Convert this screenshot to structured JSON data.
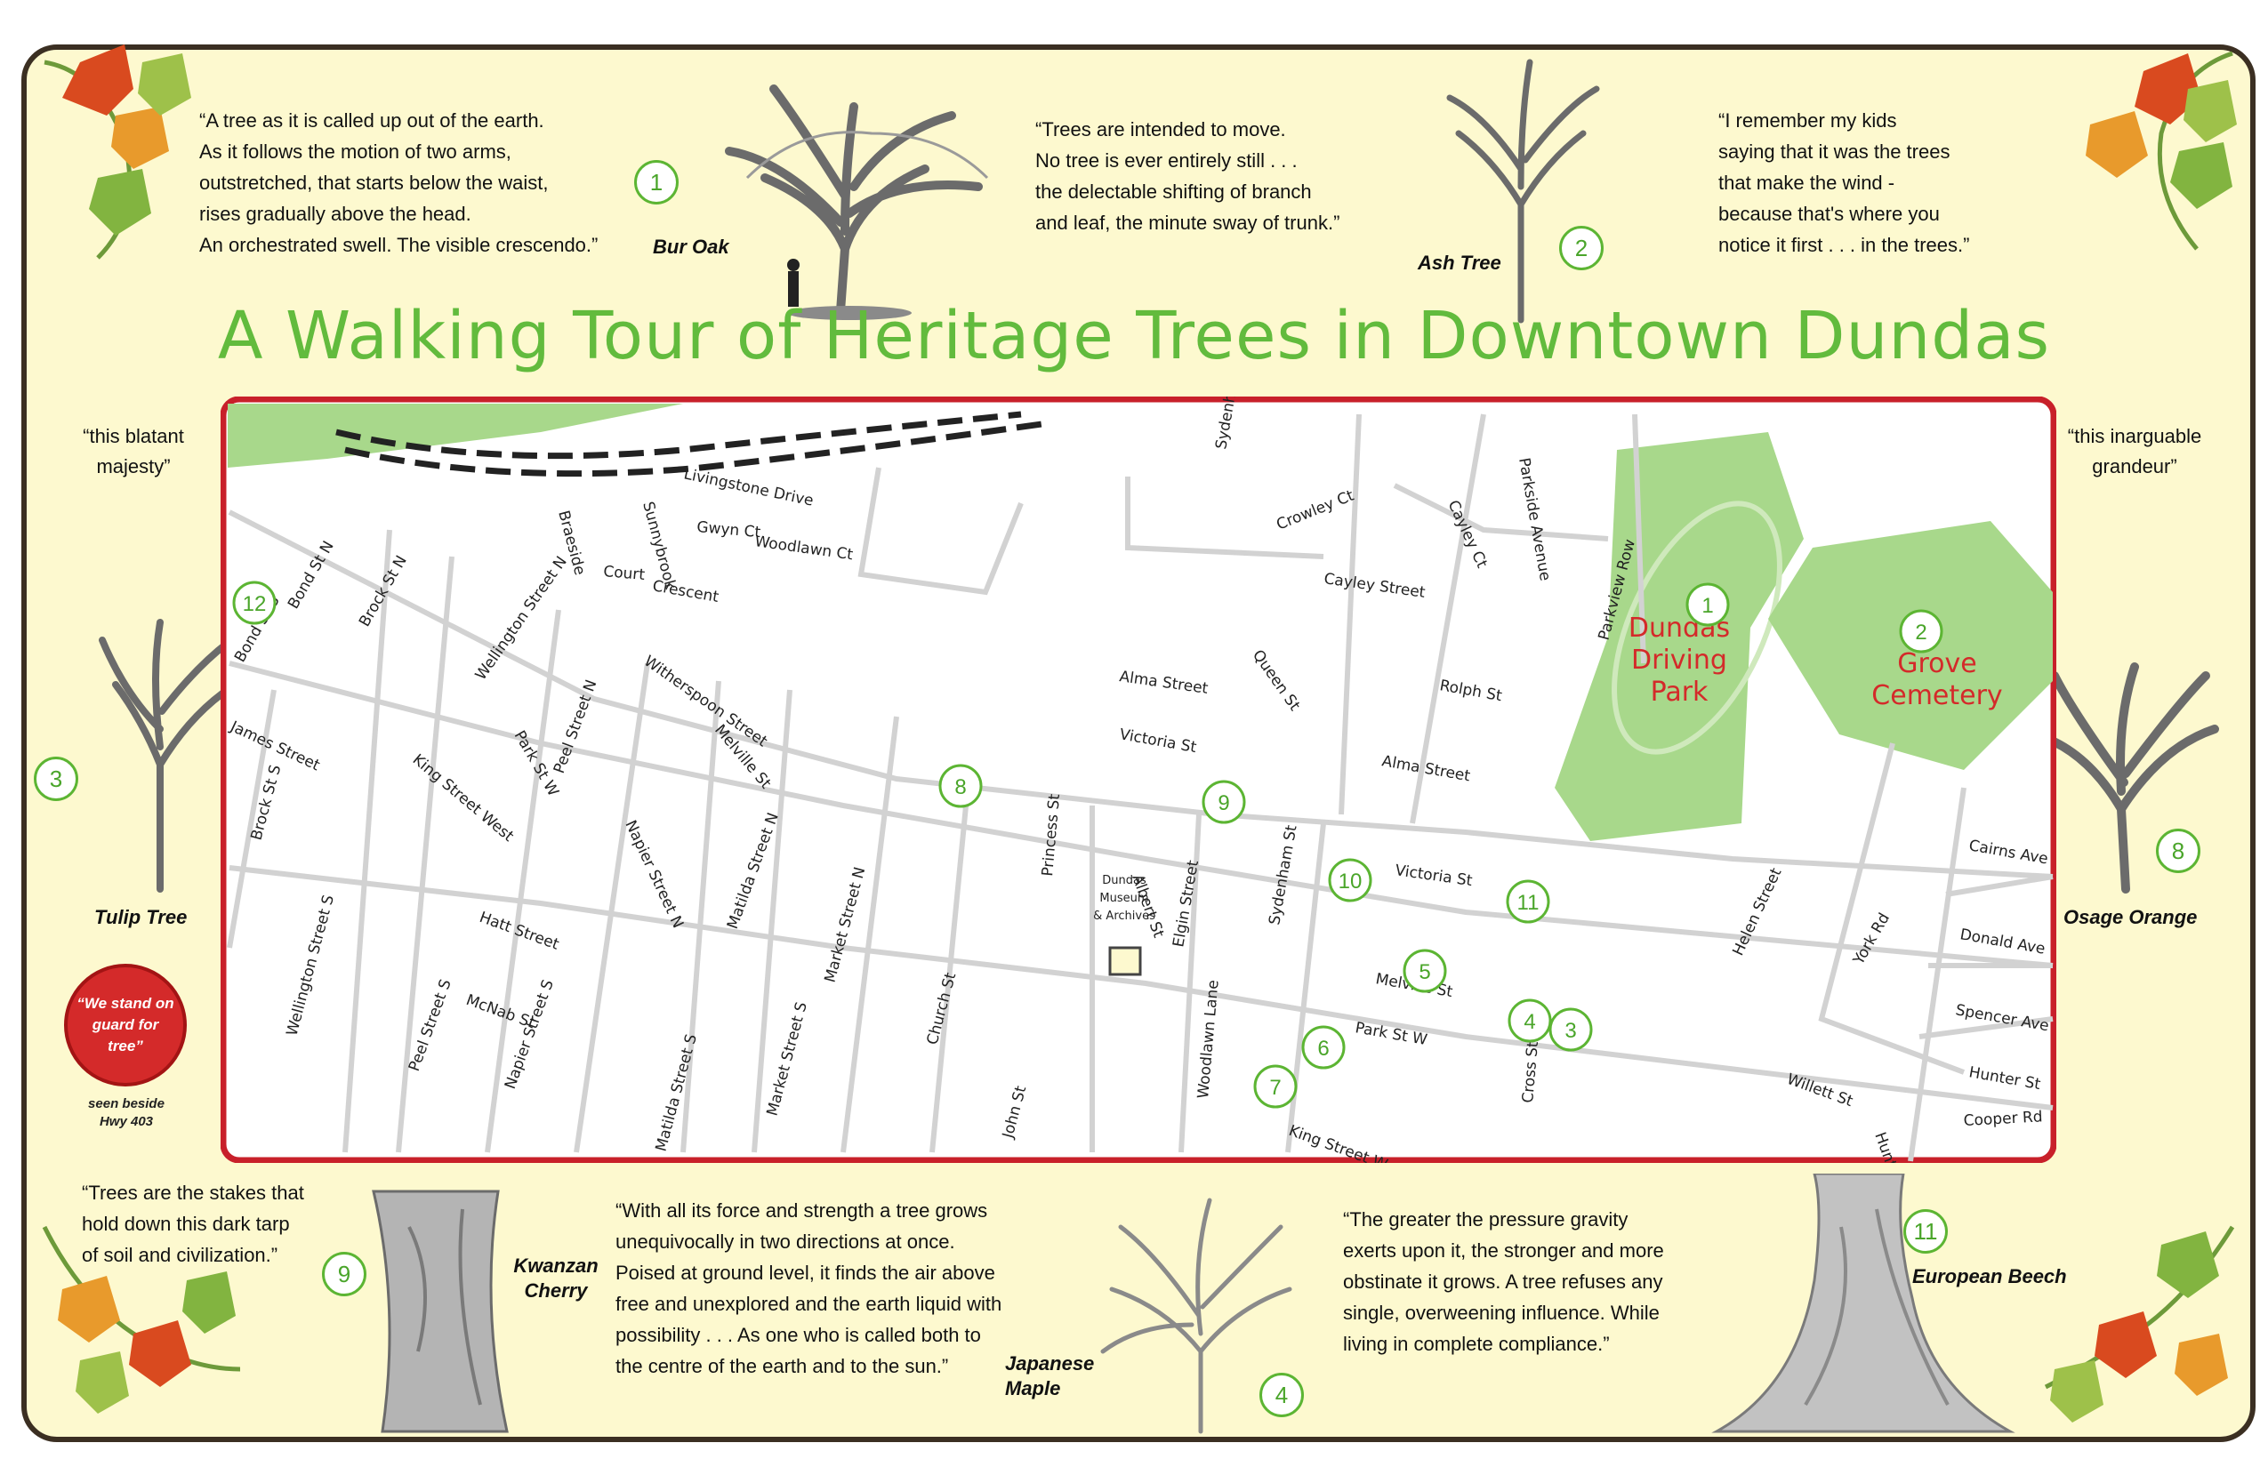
{
  "title": "A Walking Tour of Heritage Trees in Downtown Dundas",
  "quotes": {
    "top_left": [
      "“A tree as it is called up out of the earth.",
      "As it follows the motion of two arms,",
      "outstretched, that starts below the waist,",
      "rises gradually above the head.",
      "An orchestrated swell. The visible crescendo.”"
    ],
    "top_center": [
      "“Trees are intended to move.",
      "No tree is ever entirely still . . .",
      "the delectable shifting of branch",
      "and leaf, the minute sway of trunk.”"
    ],
    "top_right": [
      "“I remember my kids",
      "saying that it was the trees",
      "that make the wind -",
      "because that's where you",
      "notice it first . . . in the trees.”"
    ],
    "left_side": [
      "“this blatant",
      "majesty”"
    ],
    "right_side": [
      "“this inarguable",
      "grandeur”"
    ],
    "bottom_left": [
      "“Trees are the stakes that",
      "hold down this dark tarp",
      "of soil and civilization.”"
    ],
    "bottom_center": [
      "“With all its force and strength a tree grows",
      "unequivocally in two directions at once.",
      "Poised at ground level, it finds the air above",
      "free and unexplored and the earth liquid with",
      "possibility . . . As one who is called both to",
      "the centre of the earth and to the sun.”"
    ],
    "bottom_right": [
      "“The greater the pressure gravity",
      "exerts upon it, the stronger and more",
      "obstinate it grows. A tree refuses any",
      "single, overweening influence. While",
      "living in complete compliance.”"
    ]
  },
  "trees": [
    {
      "number": "1",
      "name": "Bur Oak"
    },
    {
      "number": "2",
      "name": "Ash Tree"
    },
    {
      "number": "3",
      "name": "Tulip Tree"
    },
    {
      "number": "4",
      "name": "Japanese Maple"
    },
    {
      "number": "8",
      "name": "Osage Orange"
    },
    {
      "number": "9",
      "name": "Kwanzan Cherry"
    },
    {
      "number": "11",
      "name": "European Beech"
    }
  ],
  "guard": {
    "text": "“We stand on guard for tree”",
    "note": "seen beside Hwy 403"
  },
  "map": {
    "parks": {
      "driving_park": [
        "Dundas",
        "Driving",
        "Park"
      ],
      "cemetery": [
        "Grove",
        "Cemetery"
      ]
    },
    "museum": [
      "Dundas",
      "Museum",
      "& Archives"
    ],
    "stops": [
      "1",
      "2",
      "3",
      "4",
      "5",
      "6",
      "7",
      "8",
      "9",
      "10",
      "11",
      "12"
    ],
    "streets": [
      "Livingstone Drive",
      "Gwyn Ct",
      "Sunnybrook",
      "Braeside",
      "Court",
      "Crescent",
      "Woodlawn Ct",
      "Sydenham St",
      "Crowley Ct",
      "Cayley Ct",
      "Cayley Street",
      "Parkside Avenue",
      "Parkview Row",
      "Bond St N",
      "Bond St S",
      "Brock St N",
      "Wellington Street N",
      "Witherspoon Street",
      "Alma Street",
      "Queen St",
      "Rolph St",
      "Park St W",
      "Peel Street N",
      "James Street",
      "King Street West",
      "Melville St",
      "Victoria St",
      "Alma Street",
      "Brock St S",
      "Napier Street N",
      "Matilda Street N",
      "Market Street N",
      "Princess St",
      "Albert St",
      "Elgin Street",
      "Sydenham St",
      "Victoria St",
      "Melville St",
      "Helen Street",
      "York Rd",
      "Cairns Ave",
      "Donald Ave",
      "Spencer Ave",
      "Hunter St",
      "Cooper Rd",
      "Hatt Street",
      "Wellington Street S",
      "McNab St",
      "Peel Street S",
      "Napier Street S",
      "Matilda Street S",
      "Market Street S",
      "Church St",
      "John St",
      "Woodlawn Lane",
      "Park St W",
      "King Street West",
      "Cross Street",
      "Willett St",
      "Hunter Ct"
    ]
  },
  "colors": {
    "background": "#fdf9cf",
    "title": "#62bb3d",
    "map_border": "#c8202a",
    "park": "#a8d88b",
    "badge": "#5cb533",
    "park_label": "#d42a2a"
  }
}
